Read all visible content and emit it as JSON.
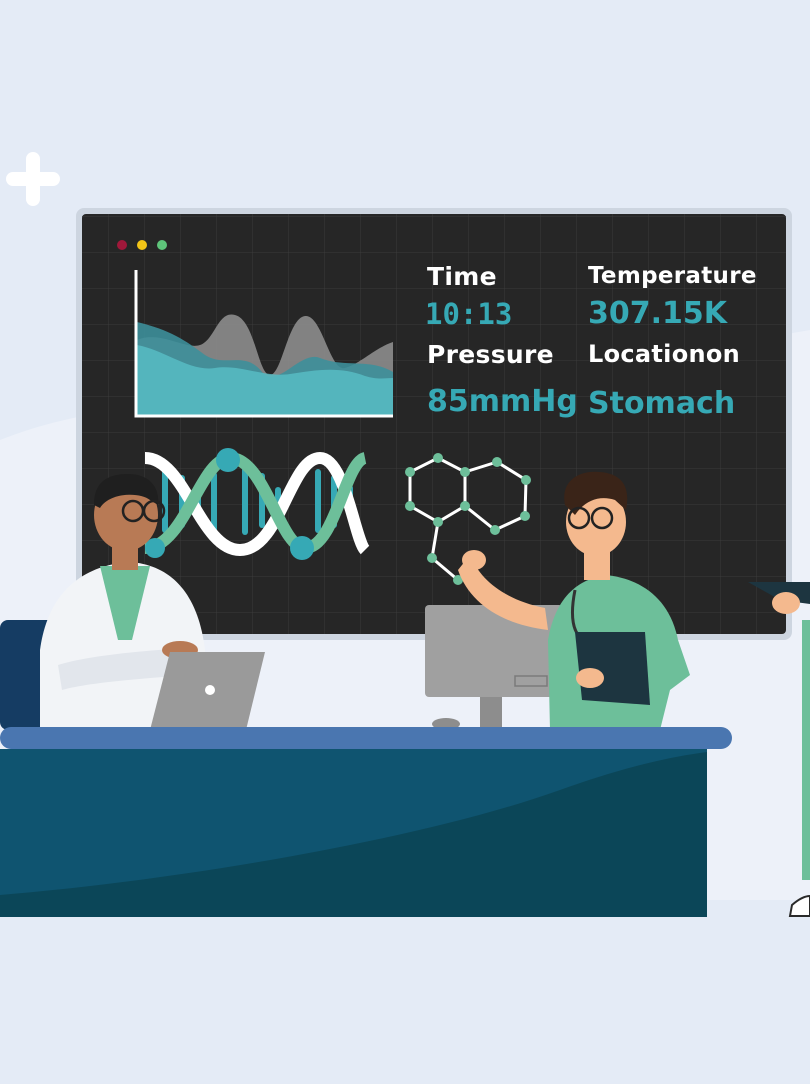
{
  "monitor": {
    "time_label": "Time",
    "time_value": "10:13",
    "temperature_label": "Temperature",
    "temperature_value": "307.15K",
    "pressure_label": "Pressure",
    "pressure_value": "85mmHg",
    "location_label": "Locationon",
    "location_value": "Stomach"
  },
  "colors": {
    "background": "#e4ebf6",
    "screen": "#262626",
    "accent_teal": "#36a9b5",
    "scrub_green": "#6dbf9a",
    "desk_top": "#4a76b0",
    "desk_front": "#0f5470",
    "window_dot_red": "#a0183a",
    "window_dot_yellow": "#f2c417",
    "window_dot_green": "#5ec47a"
  },
  "icons": [
    "plus-icon",
    "laptop-icon",
    "computer-monitor-icon",
    "clipboard-icon",
    "dna-icon",
    "molecule-icon"
  ]
}
